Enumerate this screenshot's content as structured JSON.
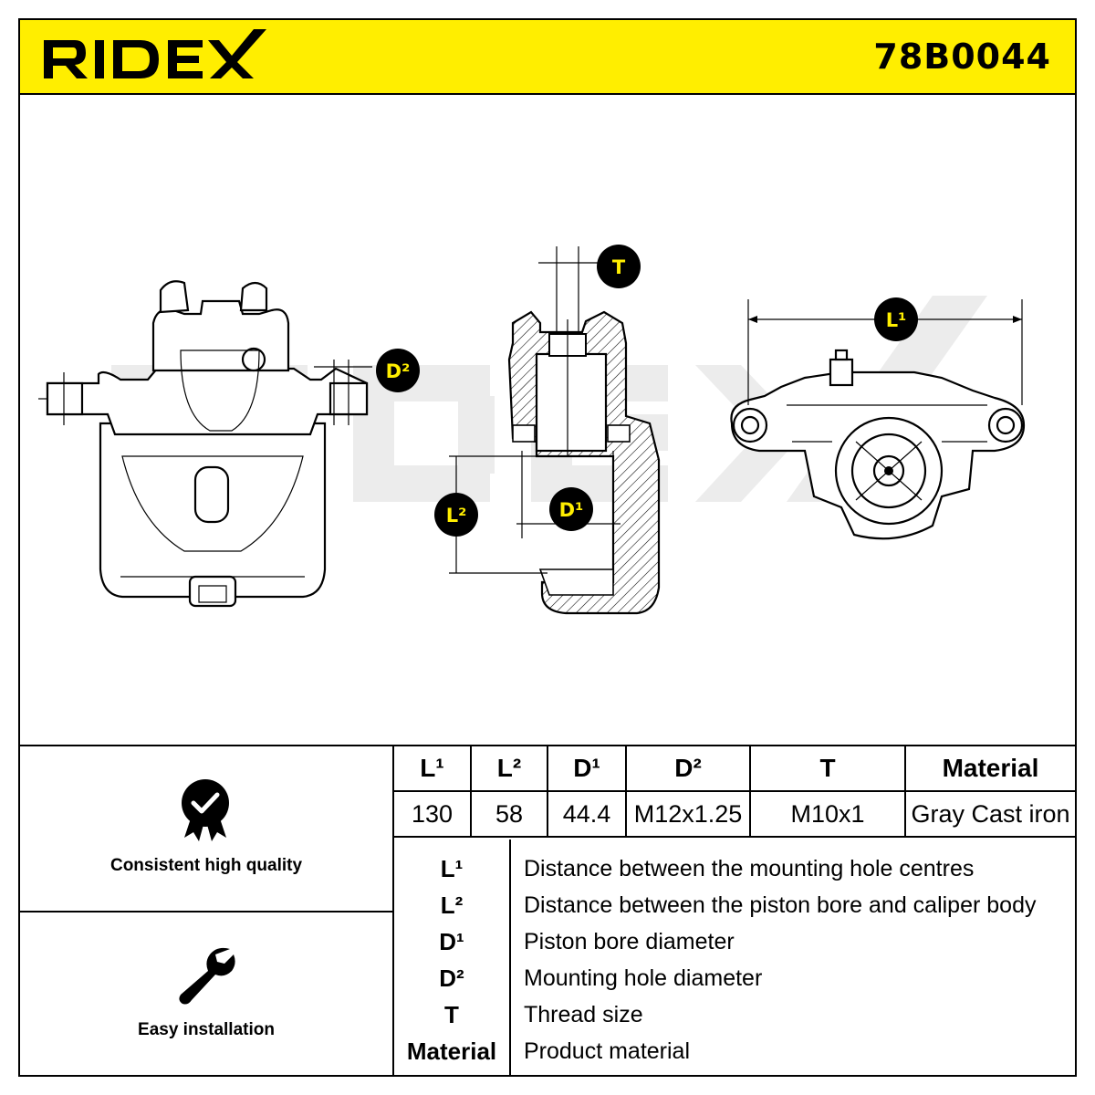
{
  "brand": {
    "logo_text": "RIDEX",
    "part_number": "78B0044",
    "accent_color": "#ffee00",
    "watermark_color": "#e8e8e8"
  },
  "drawing": {
    "badges": {
      "t": "T",
      "d2": "D²",
      "l1": "L¹",
      "l2": "L²",
      "d1": "D¹"
    }
  },
  "features": [
    {
      "icon": "quality-badge-icon",
      "label": "Consistent high quality"
    },
    {
      "icon": "wrench-icon",
      "label": "Easy installation"
    }
  ],
  "specs": {
    "headers": [
      "L¹",
      "L²",
      "D¹",
      "D²",
      "T",
      "Material"
    ],
    "values": [
      "130",
      "58",
      "44.4",
      "M12x1.25",
      "M10x1",
      "Gray Cast iron"
    ]
  },
  "legend": [
    {
      "symbol": "L¹",
      "description": "Distance between the mounting hole centres"
    },
    {
      "symbol": "L²",
      "description": "Distance between the piston bore and caliper body"
    },
    {
      "symbol": "D¹",
      "description": "Piston bore diameter"
    },
    {
      "symbol": "D²",
      "description": "Mounting hole diameter"
    },
    {
      "symbol": "T",
      "description": "Thread size"
    },
    {
      "symbol": "Material",
      "description": "Product material"
    }
  ]
}
